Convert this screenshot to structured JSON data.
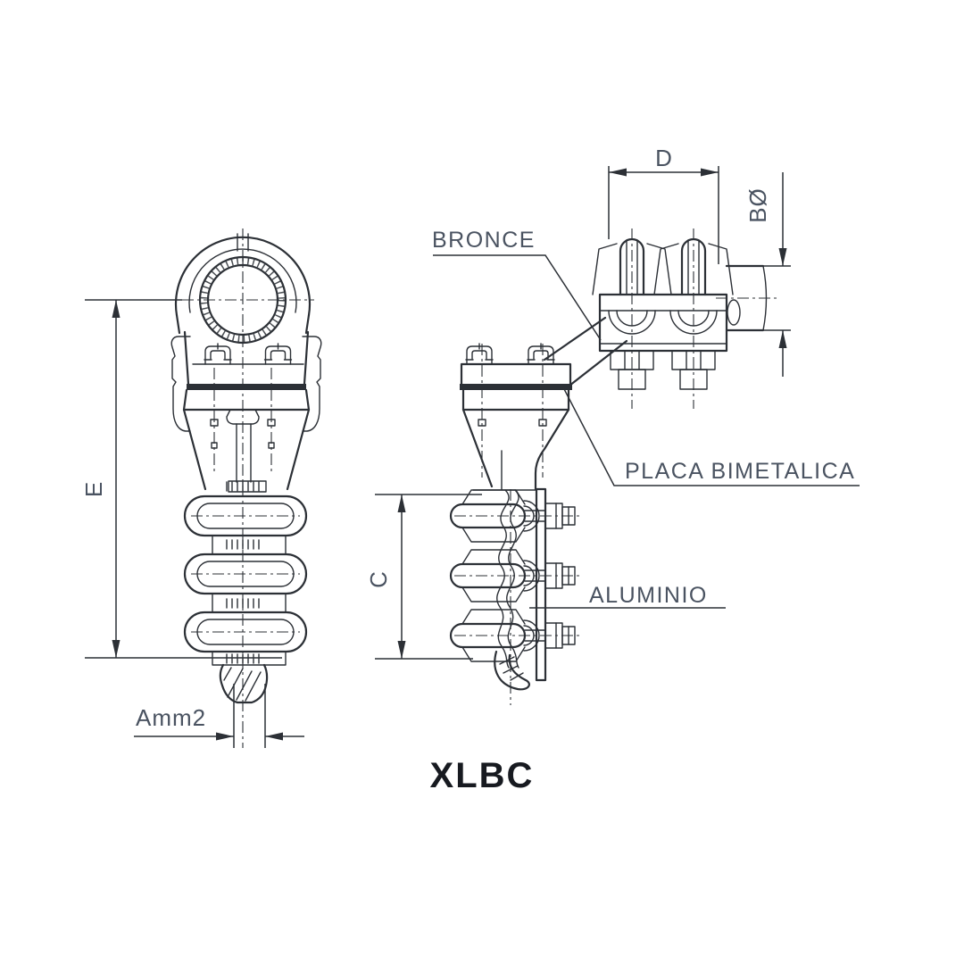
{
  "drawing": {
    "product_code": "XLBC",
    "material_labels": {
      "bronze": "BRONCE",
      "bimetal_plate": "PLACA BIMETALICA",
      "aluminum": "ALUMINIO"
    },
    "dimension_labels": {
      "groove_spacing": "D",
      "conductor_diameter": "BØ",
      "overall_height": "E",
      "clamp_body_height": "C",
      "conductor_section": "Amm2"
    },
    "colors": {
      "line": "#2c3036",
      "label_text": "#4a5361",
      "title_text": "#171a20",
      "background": "#ffffff"
    }
  }
}
